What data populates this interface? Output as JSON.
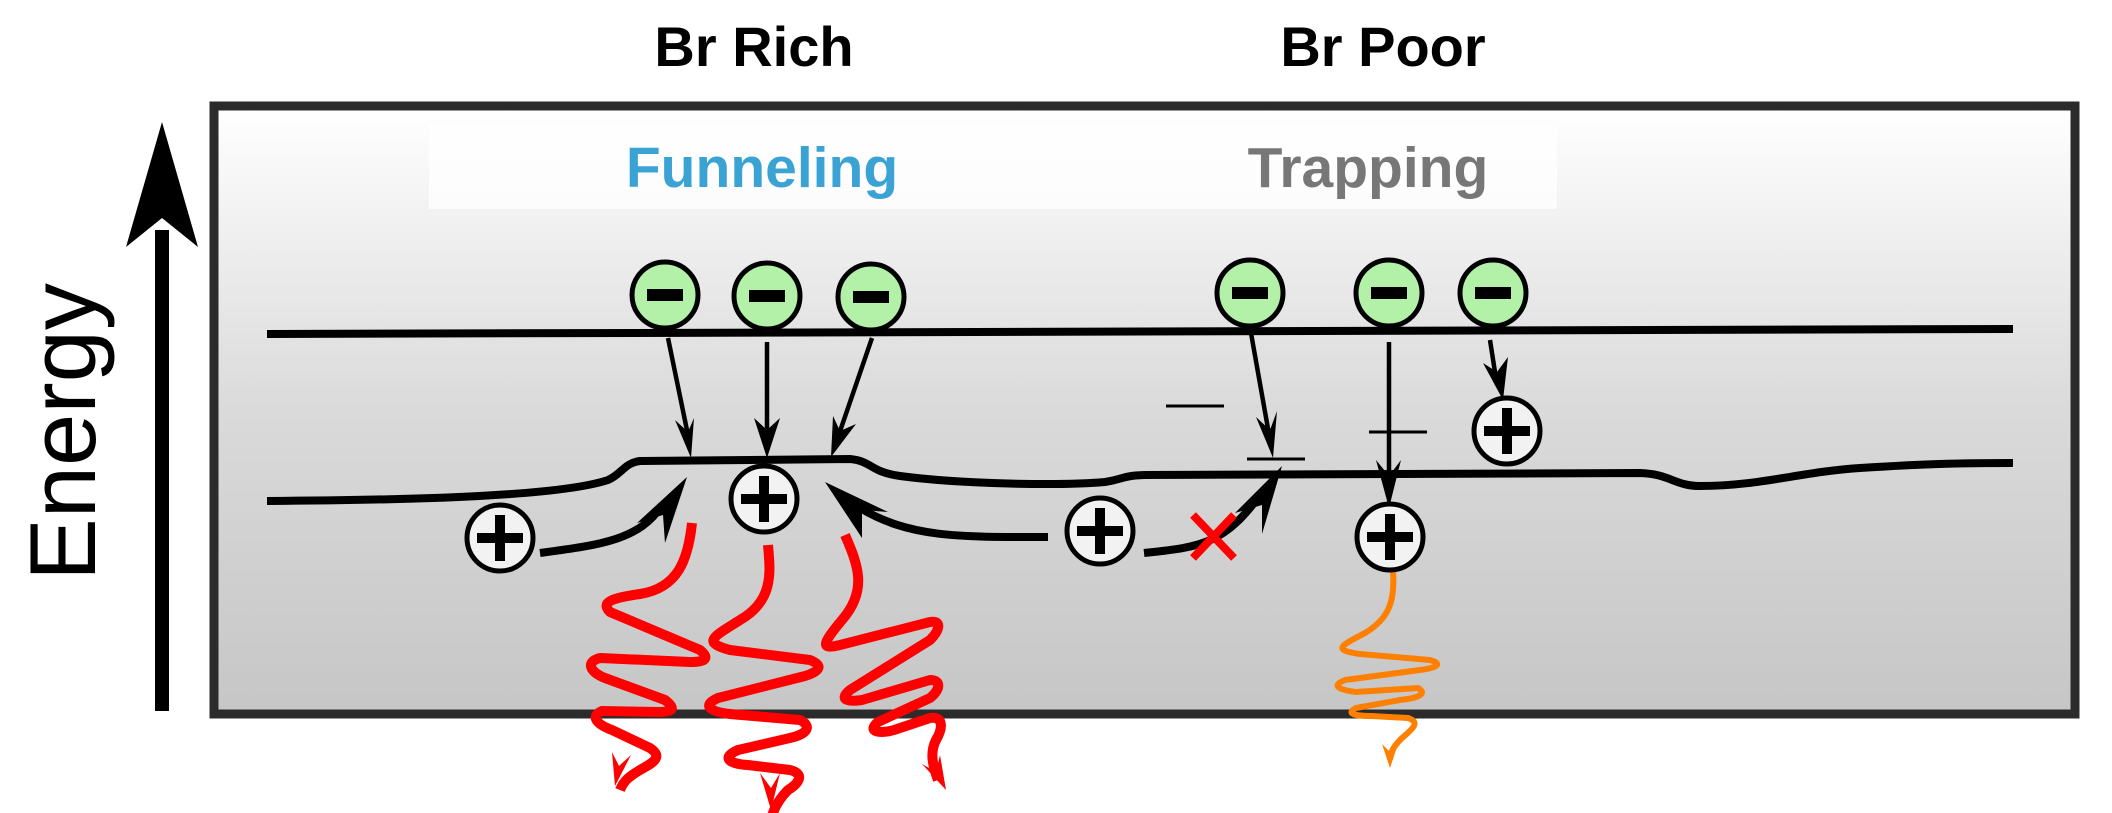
{
  "titles": {
    "left": "Br Rich",
    "right": "Br Poor"
  },
  "mechanisms": {
    "left": "Funneling",
    "right": "Trapping"
  },
  "axis": {
    "label": "Energy",
    "direction": "up"
  },
  "colors": {
    "funneling_text": "#3ba3d4",
    "trapping_text": "#777777",
    "electron_fill": "#b3f0a8",
    "hole_fill": "#f2f2f2",
    "emission_strong": "#ff0000",
    "emission_weak": "#ff7f00",
    "blocked_mark": "#ff0000",
    "frame_border": "#2b2b2b",
    "background_top": "#ffffff",
    "background_bottom": "#c6c6c6"
  },
  "symbols": {
    "electron": "−",
    "hole": "+",
    "blocked": "✕"
  },
  "legend_semantics": {
    "upper_line": "conduction band",
    "lower_line": "valence band",
    "short_lines": "trap states",
    "red_waves": "strong emission",
    "orange_wave": "weak emission"
  }
}
